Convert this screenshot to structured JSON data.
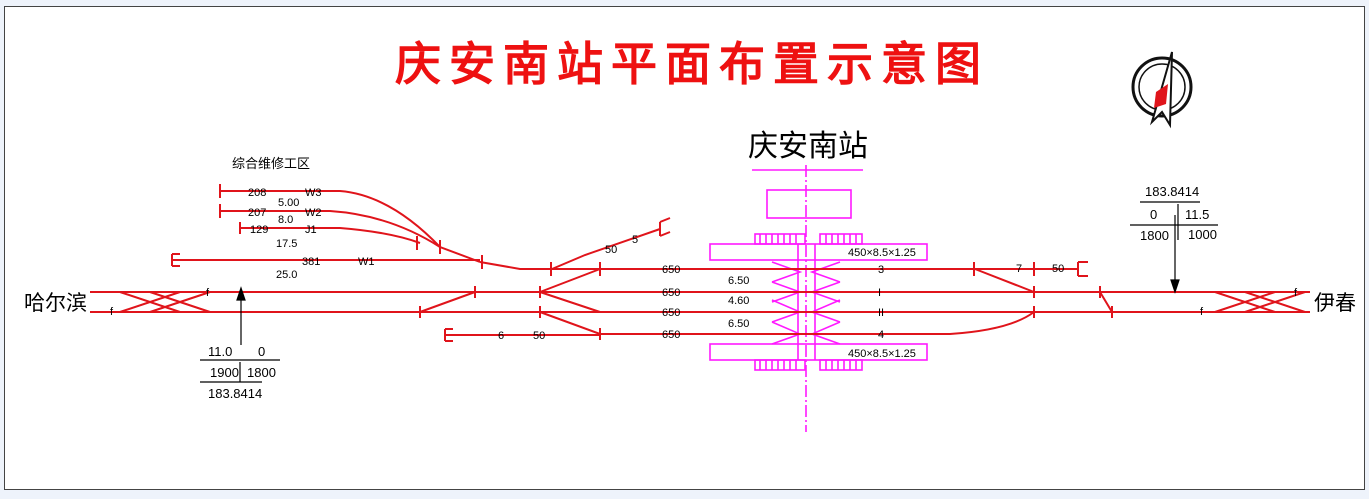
{
  "title": "庆安南站平面布置示意图",
  "station_name": "庆安南站",
  "maintenance_area": "综合维修工区",
  "city_left": "哈尔滨",
  "city_right": "伊春",
  "colors": {
    "track": "#e0141b",
    "building": "#ff1aff",
    "title": "#ee1111",
    "text": "#000000",
    "background": "#ffffff"
  },
  "icons": {
    "logo": "railway-logo-icon"
  },
  "siding_labels": {
    "lengths": [
      "208",
      "207",
      "129",
      "381"
    ],
    "tracks": [
      "W3",
      "W2",
      "J1",
      "W1"
    ],
    "spacings": [
      "5.00",
      "8.0",
      "17.5",
      "25.0"
    ]
  },
  "stub_labels": {
    "upper_a": "50",
    "upper_b": "5",
    "lower_a": "6",
    "lower_b": "50",
    "right_a": "7",
    "right_b": "50"
  },
  "platform_labels": {
    "track_lengths": [
      "650",
      "650",
      "650",
      "650"
    ],
    "spacings": [
      "6.50",
      "4.60",
      "6.50"
    ],
    "track_numbers": [
      "3",
      "I",
      "II",
      "4"
    ],
    "platform_size_top": "450×8.5×1.25",
    "platform_size_bottom": "450×8.5×1.25"
  },
  "grade_left": {
    "top_left": "11.0",
    "top_right": "0",
    "bottom_left": "1900",
    "bottom_right": "1800",
    "chainage": "183.8414"
  },
  "grade_right": {
    "chainage": "183.8414",
    "top_left": "0",
    "top_right": "11.5",
    "bottom_left": "1800",
    "bottom_right": "1000"
  },
  "switch_marks": {
    "left_top": "f",
    "left_bottom": "f",
    "right_top": "f",
    "right_bottom": "f"
  }
}
